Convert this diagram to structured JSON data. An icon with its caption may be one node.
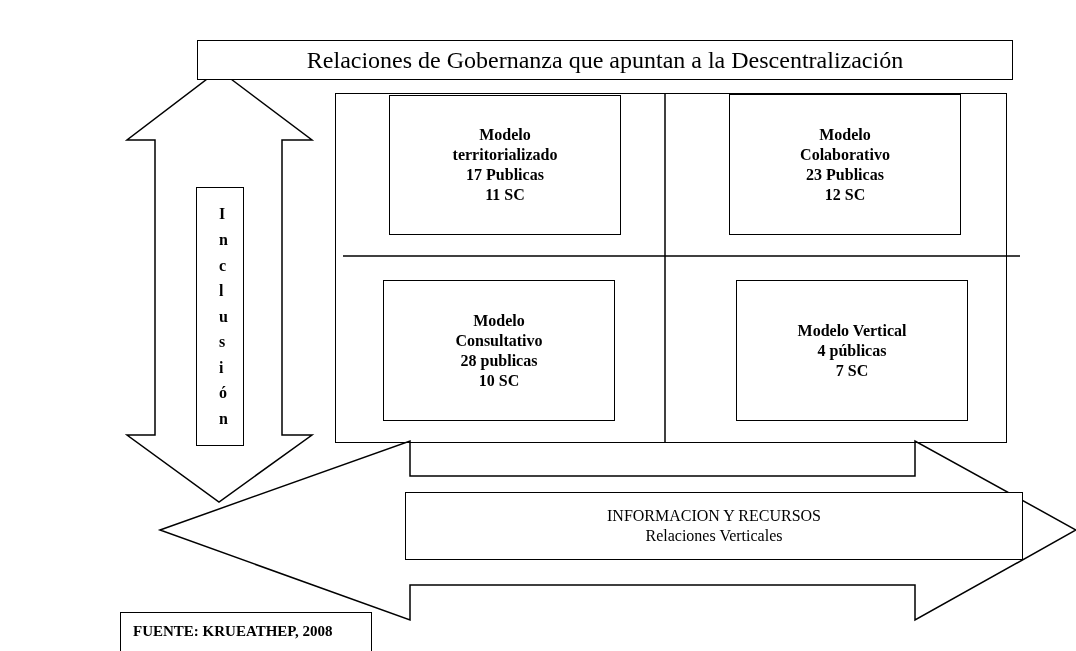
{
  "diagram": {
    "nodes": [
      {
        "text": [
          "Relaciones de Gobernanza que apuntan a la Descentralización"
        ]
      },
      {
        "text": [],
        "shape": "box"
      },
      {
        "text": [
          "Modelo territorializado",
          "17 Publicas",
          "11 SC"
        ],
        "in": 1
      },
      {
        "text": [
          "Modelo Colaborativo",
          "23 Publicas",
          "12 SC"
        ],
        "in": 1
      },
      {
        "text": [
          "Modelo Consultativo",
          "28 publicas",
          "10 SC"
        ],
        "in": 1
      },
      {
        "text": [
          "Modelo Vertical",
          "4 públicas",
          "7 SC"
        ],
        "in": 1
      },
      {
        "text": [
          "Inclusión"
        ]
      },
      {
        "text": [
          "INFORMACION Y RECURSOS",
          "Relaciones Verticales"
        ]
      },
      {
        "text": [
          "FUENTE: KRUEATHEP, 2008"
        ]
      }
    ]
  }
}
